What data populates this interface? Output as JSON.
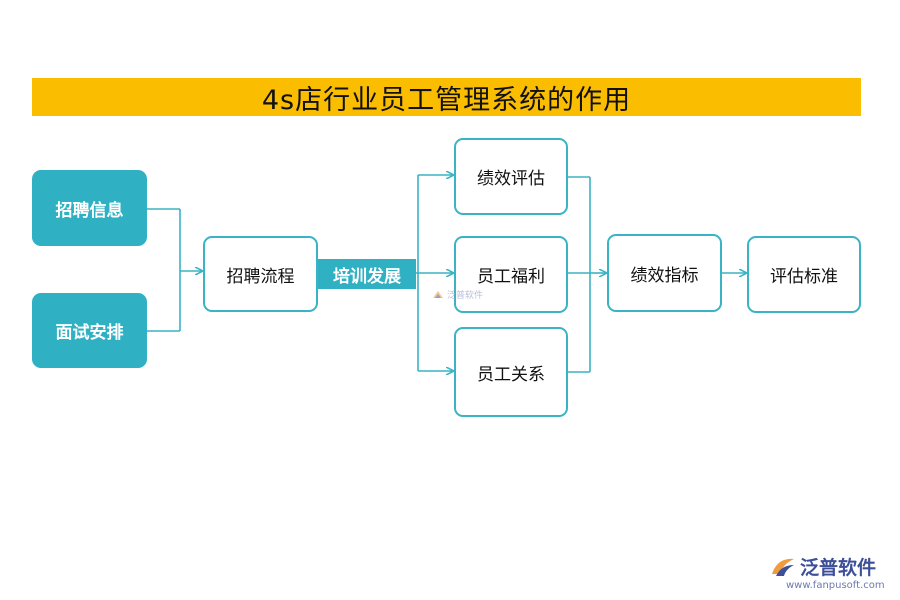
{
  "title": "4s店行业员工管理系统的作用",
  "left_nodes": [
    "招聘信息",
    "面试安排"
  ],
  "process_node": "招聘流程",
  "training_tag": "培训发展",
  "branch_nodes": [
    "绩效评估",
    "员工福利",
    "员工关系"
  ],
  "indicator_node": "绩效指标",
  "standard_node": "评估标准",
  "watermark_text": "泛普软件",
  "brand": {
    "name": "泛普软件",
    "url": "www.fanpusoft.com"
  },
  "colors": {
    "title_bg": "#fbbd00",
    "teal": "#2fb0c3",
    "line": "#3ab3c4",
    "brand": "#3d4f97"
  }
}
